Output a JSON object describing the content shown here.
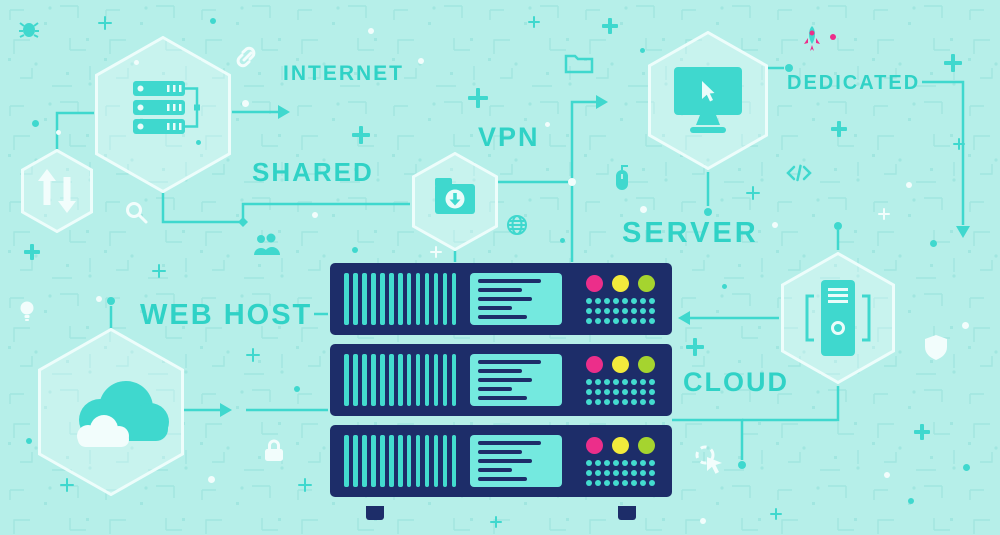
{
  "labels": {
    "internet": "INTERNET",
    "shared": "SHARED",
    "vpn": "VPN",
    "server": "SERVER",
    "dedicated": "DEDICATED",
    "web_host": "WEB HOST",
    "cloud": "CLOUD"
  },
  "colors": {
    "background": "#b6efe9",
    "accent_teal": "#3fd8ce",
    "label_teal": "#30d2c6",
    "outline_white": "#edfdfb",
    "navy": "#1d2d69",
    "screen_teal": "#74e9df",
    "light_pink": "#ec2e8a",
    "light_yellow": "#f2ea3c",
    "light_green": "#a5d42f"
  },
  "rack": {
    "unit_count": 3,
    "stripe_count": 13,
    "screen_line_widths_pct": [
      82,
      58,
      70,
      44,
      64
    ],
    "indicator_light_colors": [
      "#ec2e8a",
      "#f2ea3c",
      "#a5d42f"
    ],
    "small_dot_rows": 3,
    "small_dot_cols": 8
  },
  "hexagon_icons": [
    "server-stack-icon",
    "transfer-arrows-icon",
    "folder-download-icon",
    "monitor-cursor-icon",
    "server-tower-icon",
    "cloud-icon"
  ],
  "small_icons": [
    "link-icon",
    "magnifier-icon",
    "users-icon",
    "lightbulb-icon",
    "lock-icon",
    "globe-icon",
    "mouse-icon",
    "code-icon",
    "rocket-icon",
    "folder-icon",
    "shield-icon",
    "cursor-click-icon",
    "bug-icon"
  ]
}
